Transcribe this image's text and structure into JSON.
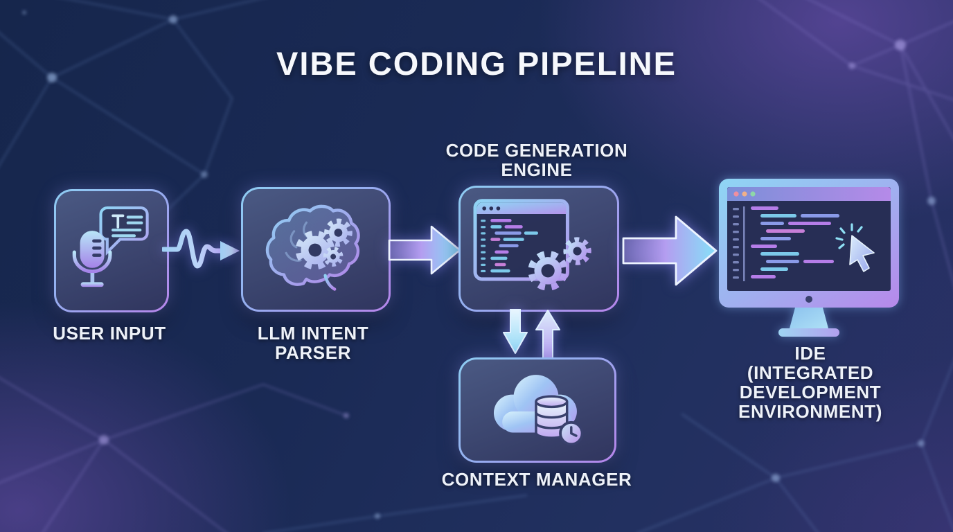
{
  "title": "VIBE CODING PIPELINE",
  "nodes": {
    "user_input": {
      "label": "USER INPUT",
      "icon": "microphone-speech-bubble-icon"
    },
    "llm_intent_parser": {
      "label_lines": [
        "LLM INTENT",
        "PARSER"
      ],
      "icon": "brain-gears-icon"
    },
    "code_generation_engine": {
      "label_lines": [
        "CODE GENERATION",
        "ENGINE"
      ],
      "icon": "code-window-gears-icon"
    },
    "context_manager": {
      "label": "CONTEXT MANAGER",
      "icon": "cloud-database-clock-icon"
    },
    "ide": {
      "label_lines": [
        "IDE",
        "(INTEGRATED",
        "DEVELOPMENT",
        "ENVIRONMENT)"
      ],
      "icon": "monitor-code-cursor-icon"
    }
  },
  "connections": [
    {
      "from": "USER INPUT",
      "to": "LLM INTENT PARSER",
      "style": "wavy-signal-arrow",
      "direction": "right"
    },
    {
      "from": "LLM INTENT PARSER",
      "to": "CODE GENERATION ENGINE",
      "style": "block-arrow",
      "direction": "right"
    },
    {
      "from": "CODE GENERATION ENGINE",
      "to": "CONTEXT MANAGER",
      "style": "block-arrow-pair",
      "direction": "bidirectional"
    },
    {
      "from": "CODE GENERATION ENGINE",
      "to": "IDE",
      "style": "block-arrow-large",
      "direction": "right"
    }
  ],
  "colors": {
    "background_navy": "#1a2750",
    "background_purple": "#3d3474",
    "accent_cyan": "#8fd8f5",
    "accent_purple": "#b67de9",
    "panel_fill": "#313a63",
    "text": "#f2f5fa"
  }
}
